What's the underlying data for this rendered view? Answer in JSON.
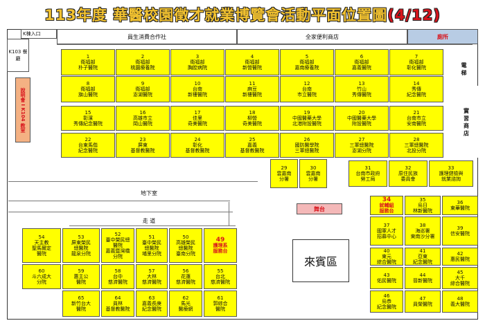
{
  "title": {
    "main": "113年度 華醫校園徵才就業博覽會活動平面位置圖",
    "date": "(4/12)"
  },
  "labels": {
    "entrance": "K棟入口",
    "coop": "員生消費合作社",
    "familymart": "全家便利商店",
    "restroom": "廁所",
    "k103": "K103 餐廳",
    "briefing": "說明會 I K104 教室",
    "elevator": "電 梯",
    "practice_shop": "實 習 商 店",
    "basement": "地下室",
    "corridor": "走 道",
    "stage": "舞台",
    "guest_area": "來賓區"
  },
  "booths": [
    {
      "num": "1",
      "name": "衛福部\n朴子醫院"
    },
    {
      "num": "2",
      "name": "衛福部\n桃園療養院"
    },
    {
      "num": "3",
      "name": "衛福部\n胸腔病院"
    },
    {
      "num": "4",
      "name": "衛福部\n新營醫院"
    },
    {
      "num": "5",
      "name": "衛福部\n嘉南療養院"
    },
    {
      "num": "6",
      "name": "衛福部\n嘉義醫院"
    },
    {
      "num": "7",
      "name": "衛福部\n彰化醫院"
    },
    {
      "num": "8",
      "name": "衛福部\n旗山醫院"
    },
    {
      "num": "9",
      "name": "衛福部\n澎湖醫院"
    },
    {
      "num": "10",
      "name": "台南\n新樓醫院"
    },
    {
      "num": "11",
      "name": "麻豆\n新樓醫院"
    },
    {
      "num": "12",
      "name": "台南\n市立醫院"
    },
    {
      "num": "13",
      "name": "竹山\n秀傳醫院"
    },
    {
      "num": "14",
      "name": "秀傳\n紀念醫院"
    },
    {
      "num": "15",
      "name": "彰濱\n秀傳紀念醫院"
    },
    {
      "num": "16",
      "name": "高雄市立\n岡山醫院"
    },
    {
      "num": "17",
      "name": "佳里\n奇美醫院"
    },
    {
      "num": "18",
      "name": "柳營\n奇美醫院"
    },
    {
      "num": "19",
      "name": "中國醫藥大學\n北港附設醫院"
    },
    {
      "num": "20",
      "name": "中國醫藥大學\n附設醫院"
    },
    {
      "num": "21",
      "name": "台南市立\n安南醫院"
    },
    {
      "num": "22",
      "name": "台東馬偕\n紀念醫院"
    },
    {
      "num": "23",
      "name": "屏東\n基督教醫院"
    },
    {
      "num": "24",
      "name": "彰化\n基督教醫院"
    },
    {
      "num": "25",
      "name": "嘉義\n基督教醫院"
    },
    {
      "num": "26",
      "name": "國防醫學院\n三軍總醫院"
    },
    {
      "num": "27",
      "name": "三軍總醫院\n澎湖分院"
    },
    {
      "num": "28",
      "name": "三軍總醫院\n北投分院"
    },
    {
      "num": "29",
      "name": "雲嘉南\n分署"
    },
    {
      "num": "30",
      "name": "雲嘉南\n分署"
    },
    {
      "num": "31",
      "name": "台南市政府\n勞工局"
    },
    {
      "num": "32",
      "name": "原住民族\n委員會"
    },
    {
      "num": "33",
      "name": "護理健檢與\n就業諮詢"
    },
    {
      "num": "34",
      "name": "就輔組\n服務台"
    },
    {
      "num": "35",
      "name": "烏日\n林新醫院"
    },
    {
      "num": "36",
      "name": "東華醫院"
    },
    {
      "num": "37",
      "name": "國軍人才\n招募中心"
    },
    {
      "num": "38",
      "name": "海巡署\n東南沙分署"
    },
    {
      "num": "39",
      "name": "信安醫院"
    },
    {
      "num": "40",
      "name": "東元\n綜合醫院"
    },
    {
      "num": "41",
      "name": "亞東\n紀念醫院"
    },
    {
      "num": "42",
      "name": "惠民醫院"
    },
    {
      "num": "43",
      "name": "佑民醫院"
    },
    {
      "num": "44",
      "name": "晉新醫院"
    },
    {
      "num": "45",
      "name": "大千\n綜合醫院"
    },
    {
      "num": "46",
      "name": "烏恭\n紀念醫院"
    },
    {
      "num": "47",
      "name": "員榮醫院"
    },
    {
      "num": "48",
      "name": "義大醫院"
    },
    {
      "num": "49",
      "name": "護理系\n服務台"
    },
    {
      "num": "50",
      "name": "高雄榮民\n總醫院\n臺南分院"
    },
    {
      "num": "51",
      "name": "臺中榮民\n總醫院\n埔里分院"
    },
    {
      "num": "52",
      "name": "臺中榮民總\n醫院\n嘉義暨灣橋\n分院"
    },
    {
      "num": "53",
      "name": "屏東榮民\n總醫院\n龍泉分院"
    },
    {
      "num": "54",
      "name": "天主教\n聖馬爾定\n醫院"
    },
    {
      "num": "55",
      "name": "台北\n慈濟醫院"
    },
    {
      "num": "56",
      "name": "花蓮\n慈濟醫院"
    },
    {
      "num": "57",
      "name": "大林\n慈濟醫院"
    },
    {
      "num": "58",
      "name": "台中\n慈濟醫院"
    },
    {
      "num": "59",
      "name": "惠主公\n醫院"
    },
    {
      "num": "60",
      "name": "斗六成大\n分院"
    },
    {
      "num": "61",
      "name": "郭綜合\n醫院"
    },
    {
      "num": "62",
      "name": "馬光\n醫療網"
    },
    {
      "num": "63",
      "name": "嘉義長庚\n紀念醫院"
    },
    {
      "num": "64",
      "name": "員林\n基督教醫院"
    },
    {
      "num": "65",
      "name": "新竹台大\n醫院"
    }
  ],
  "colors": {
    "booth": "#ffff00",
    "title": "#f2c230",
    "accent_red": "#d8141c",
    "restroom": "#b8cce4",
    "briefing": "#f4b183",
    "stage": "#f4b8b8"
  }
}
